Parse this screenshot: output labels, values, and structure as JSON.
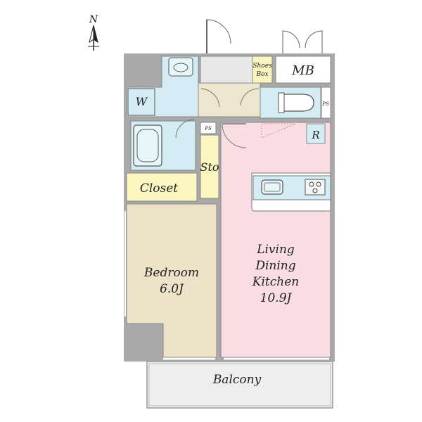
{
  "compass": {
    "label": "N"
  },
  "rooms": {
    "mb": "MB",
    "shoes_box": [
      "Shoes",
      "Box"
    ],
    "ps_top": "PS",
    "ps_mid": "PS",
    "w": "W",
    "r": "R",
    "storage": "Sto",
    "closet": "Closet",
    "bedroom": [
      "Bedroom",
      "6.0J"
    ],
    "ldk": [
      "Living",
      "Dining",
      "Kitchen",
      "10.9J"
    ],
    "balcony": "Balcony"
  },
  "colors": {
    "wall": "#a9a9a9",
    "bedroom": "#ece3c8",
    "ldk": "#f9dde3",
    "wet": "#d4ecf3",
    "closet": "#fbf6c0",
    "entry": "#efe6d0",
    "corridor": "#e8e8e8",
    "balcony": "#eeeeee"
  }
}
